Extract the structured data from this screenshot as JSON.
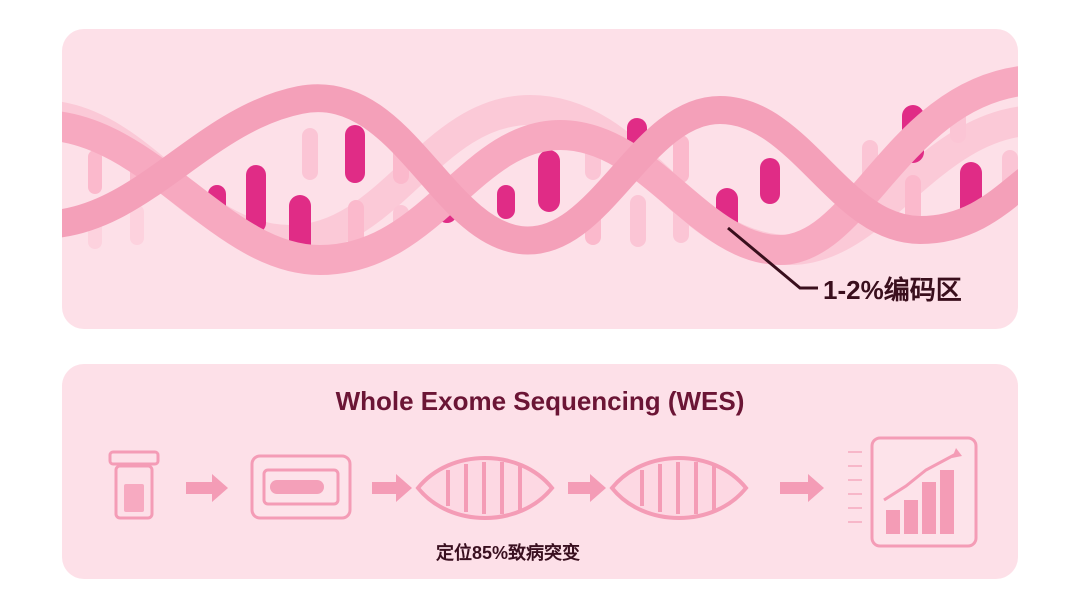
{
  "dna": {
    "callout": "1-2%编码区",
    "colors": {
      "backbone": "#f7a9c0",
      "backbone_faint": "#fac3d3",
      "highlight": "#e02c86",
      "rung_light": "#fbc5d5"
    }
  },
  "wes": {
    "title": "Whole Exome Sequencing (WES)",
    "caption": "定位85%致病突变",
    "steps": [
      {
        "icon": "sample-tube-icon"
      },
      {
        "icon": "sequencing-chip-icon"
      },
      {
        "icon": "dna-segment-icon"
      },
      {
        "icon": "dna-segment-icon"
      },
      {
        "icon": "bar-chart-report-icon"
      }
    ]
  }
}
